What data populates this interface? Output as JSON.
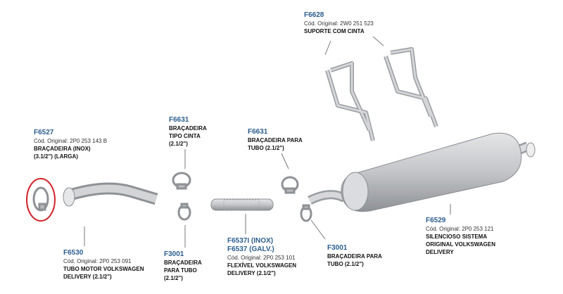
{
  "colors": {
    "code": "#2a5d8f",
    "part": "#c4c6c9",
    "highlight": "#d2232a"
  },
  "parts": {
    "f6628": {
      "code": "F6628",
      "original": "Cód. Original: 2W0 251 523",
      "desc": [
        "SUPORTE COM CINTA"
      ]
    },
    "f6527": {
      "code": "F6527",
      "original": "Cód. Original: 2P0 253 143 B",
      "desc": [
        "BRAÇADEIRA (INOX)",
        "(3.1/2\") (LARGA)"
      ]
    },
    "f6631a": {
      "code": "F6631",
      "desc": [
        "BRAÇADEIRA",
        "TIPO CINTA",
        "(2.1/2\")"
      ]
    },
    "f6631b": {
      "code": "F6631",
      "desc": [
        "BRAÇADEIRA PARA",
        "TUBO (2.1/2\")"
      ]
    },
    "f6530": {
      "code": "F6530",
      "original": "Cód. Original: 2P0 253 091",
      "desc": [
        "TUBO MOTOR VOLKSWAGEN",
        "DELIVERY  (2.1/2\")"
      ]
    },
    "f3001a": {
      "code": "F3001",
      "desc": [
        "BRAÇADEIRA",
        "PARA TUBO",
        "(2.1/2\")"
      ]
    },
    "f6537": {
      "code": "F6537I (INOX)",
      "code2": "F6537 (GALV.)",
      "original": "Cód. Original: 2P0 253 101",
      "desc": [
        "FLEXÍVEL VOLKSWAGEN",
        "DELIVERY  (2.1/2\")"
      ]
    },
    "f3001b": {
      "code": "F3001",
      "desc": [
        "BRAÇADEIRA PARA",
        "TUBO (2.1/2\")"
      ]
    },
    "f6529": {
      "code": "F6529",
      "original": "Cód. Original: 2P0 253 121",
      "desc": [
        "SILENCIOSO SISTEMA",
        "ORIGINAL VOLKSWAGEN",
        "DELIVERY"
      ]
    }
  }
}
